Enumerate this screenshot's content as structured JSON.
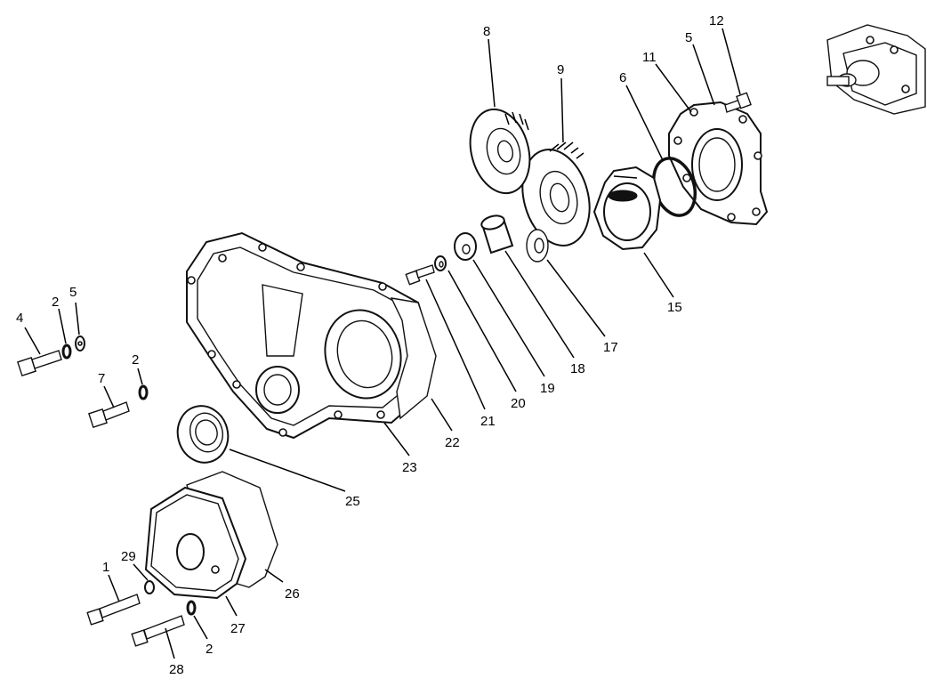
{
  "diagram": {
    "callouts": [
      {
        "id": "c-8",
        "label": "8"
      },
      {
        "id": "c-9",
        "label": "9"
      },
      {
        "id": "c-12",
        "label": "12"
      },
      {
        "id": "c-5a",
        "label": "5"
      },
      {
        "id": "c-11",
        "label": "11"
      },
      {
        "id": "c-6",
        "label": "6"
      },
      {
        "id": "c-15",
        "label": "15"
      },
      {
        "id": "c-17",
        "label": "17"
      },
      {
        "id": "c-18",
        "label": "18"
      },
      {
        "id": "c-19",
        "label": "19"
      },
      {
        "id": "c-20",
        "label": "20"
      },
      {
        "id": "c-21",
        "label": "21"
      },
      {
        "id": "c-22",
        "label": "22"
      },
      {
        "id": "c-23",
        "label": "23"
      },
      {
        "id": "c-25",
        "label": "25"
      },
      {
        "id": "c-4",
        "label": "4"
      },
      {
        "id": "c-2a",
        "label": "2"
      },
      {
        "id": "c-5b",
        "label": "5"
      },
      {
        "id": "c-2b",
        "label": "2"
      },
      {
        "id": "c-7",
        "label": "7"
      },
      {
        "id": "c-1",
        "label": "1"
      },
      {
        "id": "c-29",
        "label": "29"
      },
      {
        "id": "c-26",
        "label": "26"
      },
      {
        "id": "c-27",
        "label": "27"
      },
      {
        "id": "c-2c",
        "label": "2"
      },
      {
        "id": "c-28",
        "label": "28"
      }
    ]
  }
}
